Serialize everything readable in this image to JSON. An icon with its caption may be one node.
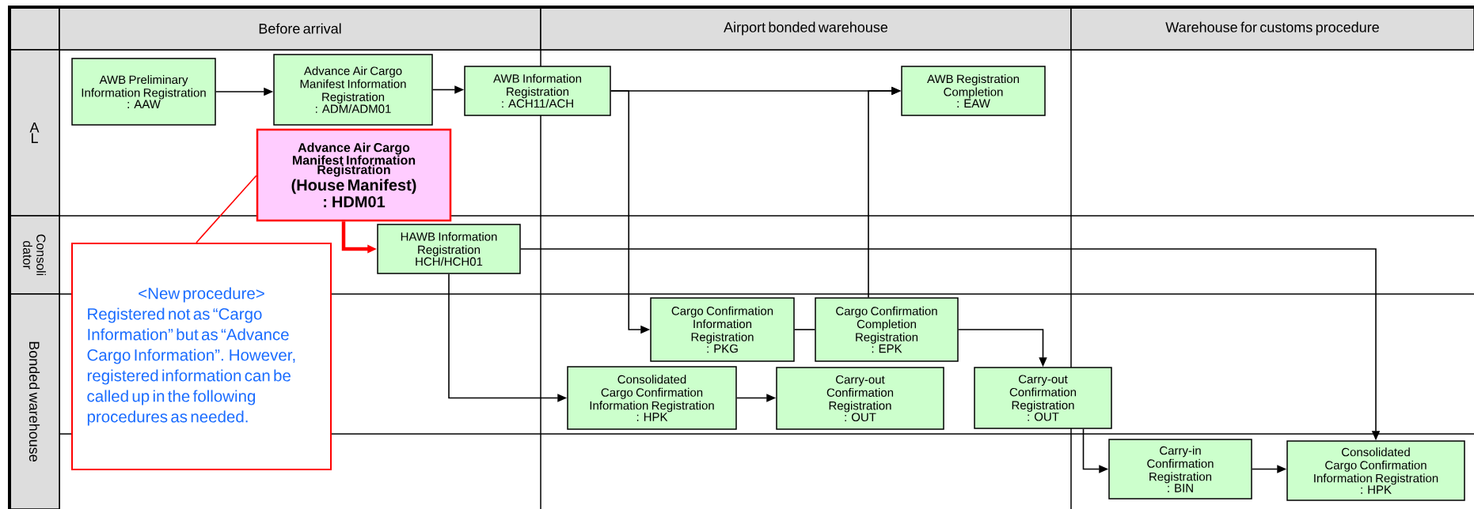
{
  "diagram": {
    "nodes": [
      {
        "text": [
          "Before arrival"
        ]
      },
      {
        "text": [
          "Airport bonded warehouse"
        ]
      },
      {
        "text": [
          "Warehouse for customs procedure"
        ]
      },
      {
        "text": [
          "A L"
        ]
      },
      {
        "text": [
          "Consoli dator"
        ]
      },
      {
        "text": [
          "Bonded warehouse"
        ]
      },
      {
        "text": [
          "AWB Preliminary Information Registration",
          ": AAW"
        ]
      },
      {
        "text": [
          "Advance Air Cargo Manifest Information Registration",
          ": ADM/ADM01"
        ]
      },
      {
        "text": [
          "AWB Information Registration",
          ": ACH11/ACH"
        ]
      },
      {
        "text": [
          "AWB Registration Completion",
          ": EAW"
        ]
      },
      {
        "text": [
          "Advance Air Cargo Manifest Information Registration",
          "(House Manifest)",
          ": HDM01"
        ]
      },
      {
        "text": [
          "HAWB Information Registration",
          "HCH/HCH01"
        ]
      },
      {
        "text": [
          "<New procedure>",
          "Registered not as “Cargo Information” but as “Advance Cargo Information”. However, registered information can be called up in the following procedures as needed."
        ]
      },
      {
        "text": [
          "Cargo Confirmation Information Registration",
          ": PKG"
        ]
      },
      {
        "text": [
          "Cargo Confirmation Completion Registration",
          ": EPK"
        ]
      },
      {
        "text": [
          "Consolidated Cargo Confirmation Information Registration",
          ": HPK"
        ]
      },
      {
        "text": [
          "Carry-out Confirmation Registration",
          ": OUT"
        ]
      },
      {
        "text": [
          "Carry-out Confirmation Registration",
          ": OUT"
        ]
      },
      {
        "text": [
          "Carry-in Confirmation Registration",
          ": BIN"
        ]
      },
      {
        "text": [
          "Consolidated Cargo Confirmation Information Registration",
          ": HPK"
        ]
      }
    ],
    "edges": [
      {
        "from": 6,
        "to": 7,
        "arrow": "to"
      },
      {
        "from": 7,
        "to": 8,
        "arrow": "to"
      },
      {
        "from": 8,
        "to": 9,
        "arrow": "to"
      },
      {
        "from": 8,
        "to": 13,
        "arrow": "to"
      },
      {
        "from": 14,
        "to": 9,
        "arrow": "to"
      },
      {
        "from": 10,
        "to": 11,
        "arrow": "to",
        "style": "thick",
        "color": "#ff0000"
      },
      {
        "from": 12,
        "to": 10,
        "arrow": "none",
        "color": "#ff0000"
      },
      {
        "from": 11,
        "to": 15,
        "arrow": "to"
      },
      {
        "from": 11,
        "to": 19,
        "arrow": "to"
      },
      {
        "from": 13,
        "to": 14,
        "arrow": "none"
      },
      {
        "from": 14,
        "to": 17,
        "arrow": "to"
      },
      {
        "from": 15,
        "to": 16,
        "arrow": "to"
      },
      {
        "from": 17,
        "to": 18,
        "arrow": "to"
      },
      {
        "from": 18,
        "to": 19,
        "arrow": "to"
      }
    ]
  }
}
